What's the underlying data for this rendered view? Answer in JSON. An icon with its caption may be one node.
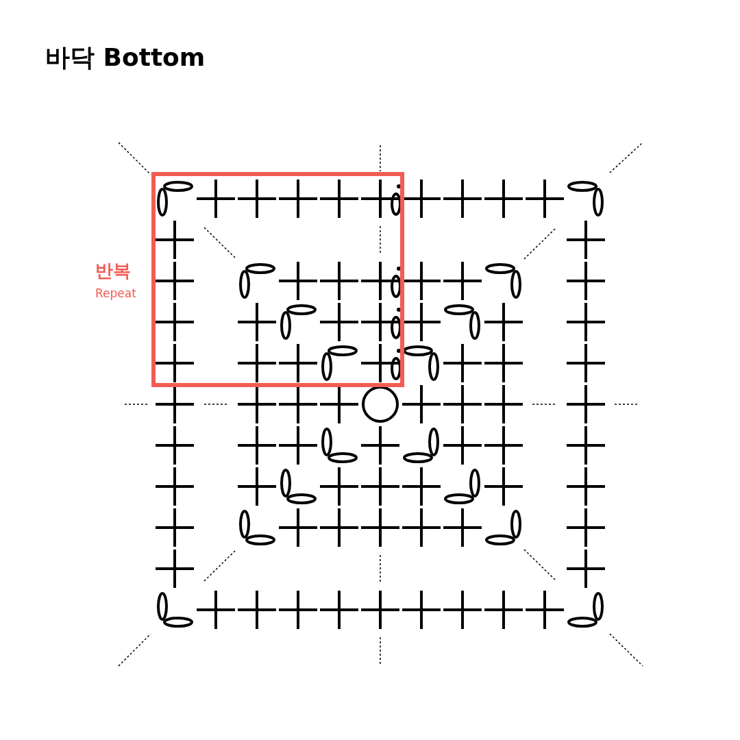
{
  "diagram": {
    "title": "바닥 Bottom",
    "labels": [
      "반복",
      "Repeat"
    ]
  }
}
